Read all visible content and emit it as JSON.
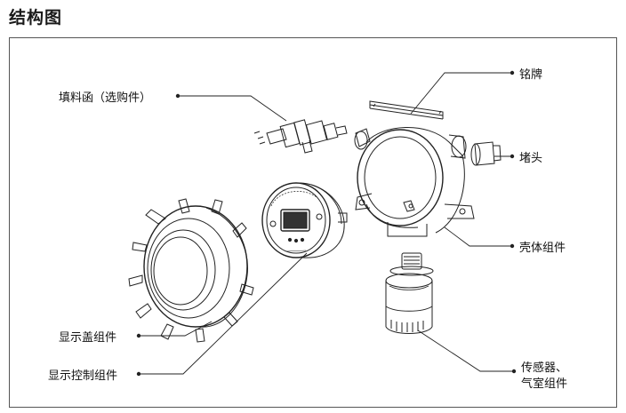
{
  "title": "结构图",
  "labels": {
    "packing_gland": "填料函（选购件）",
    "nameplate": "铭牌",
    "plug": "堵头",
    "housing": "壳体组件",
    "display_cover": "显示盖组件",
    "display_control": "显示控制组件",
    "sensor_line1": "传感器、",
    "sensor_line2": "气室组件"
  },
  "colors": {
    "line": "#222222",
    "frame": "#555555"
  }
}
